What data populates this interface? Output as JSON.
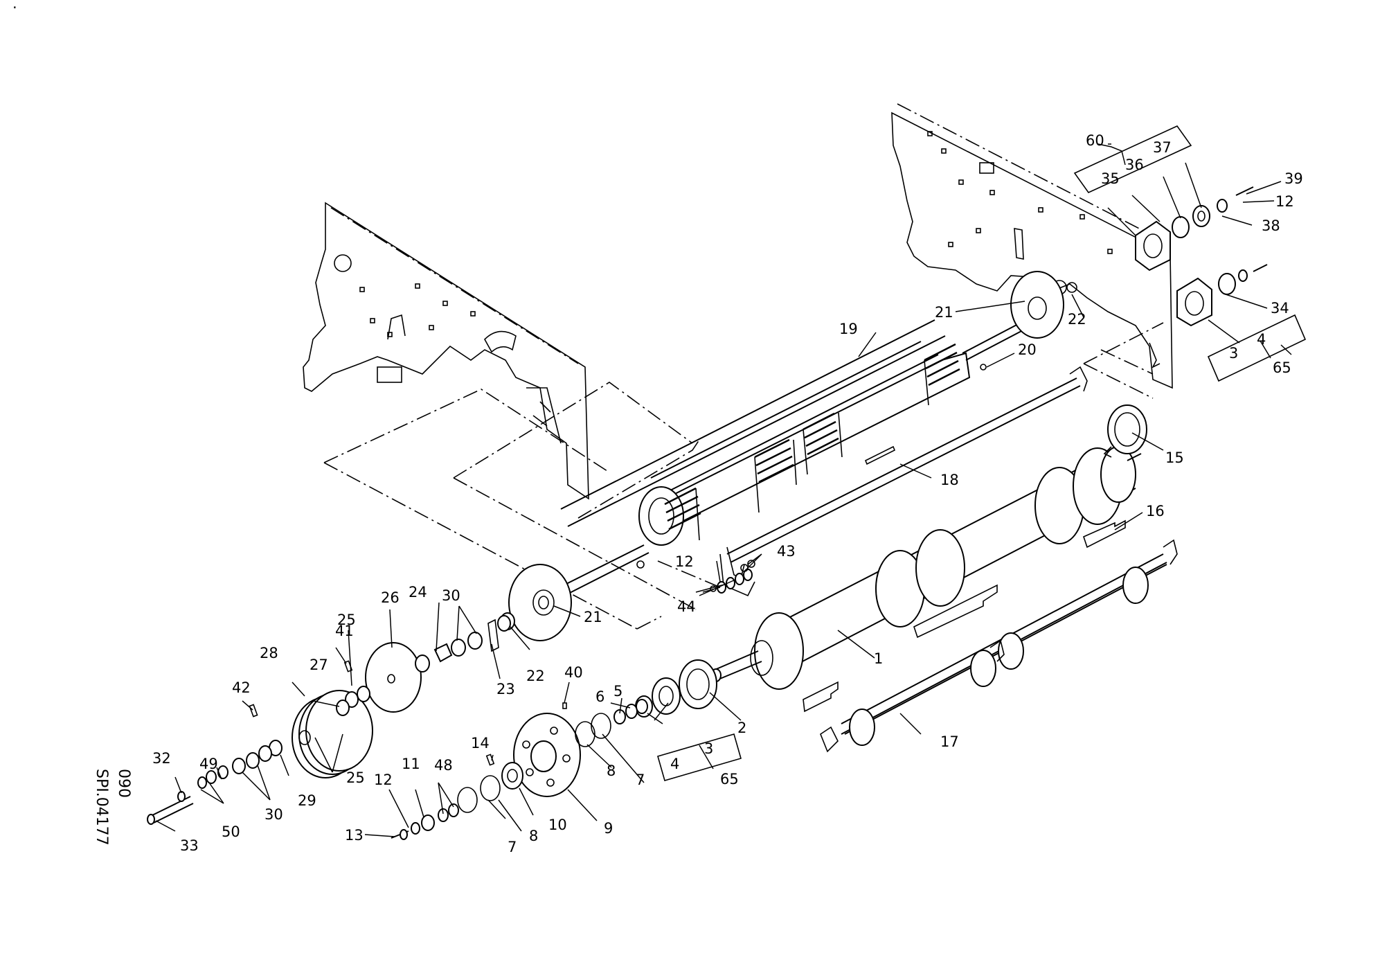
{
  "drawing": {
    "reference_line1": "SPI.04177",
    "reference_line2": "090",
    "corner_mark": "."
  },
  "labels": {
    "l1": "1",
    "l2": "2",
    "l3a": "3",
    "l3b": "3",
    "l4a": "4",
    "l4b": "4",
    "l5": "5",
    "l6": "6",
    "l7a": "7",
    "l7b": "7",
    "l8a": "8",
    "l8b": "8",
    "l9": "9",
    "l10": "10",
    "l11": "11",
    "l12a": "12",
    "l12b": "12",
    "l12c": "12",
    "l13": "13",
    "l14": "14",
    "l15": "15",
    "l16": "16",
    "l17": "17",
    "l18": "18",
    "l19": "19",
    "l20": "20",
    "l21a": "21",
    "l21b": "21",
    "l22a": "22",
    "l22b": "22",
    "l23": "23",
    "l24": "24",
    "l25a": "25",
    "l25b": "25",
    "l26": "26",
    "l27": "27",
    "l28": "28",
    "l29": "29",
    "l30a": "30",
    "l30b": "30",
    "l32": "32",
    "l33": "33",
    "l34": "34",
    "l35": "35",
    "l36": "36",
    "l37": "37",
    "l38": "38",
    "l39": "39",
    "l40": "40",
    "l41": "41",
    "l42": "42",
    "l43": "43",
    "l44": "44",
    "l48": "48",
    "l49": "49",
    "l50": "50",
    "l60": "60",
    "l65a": "65",
    "l65b": "65"
  }
}
